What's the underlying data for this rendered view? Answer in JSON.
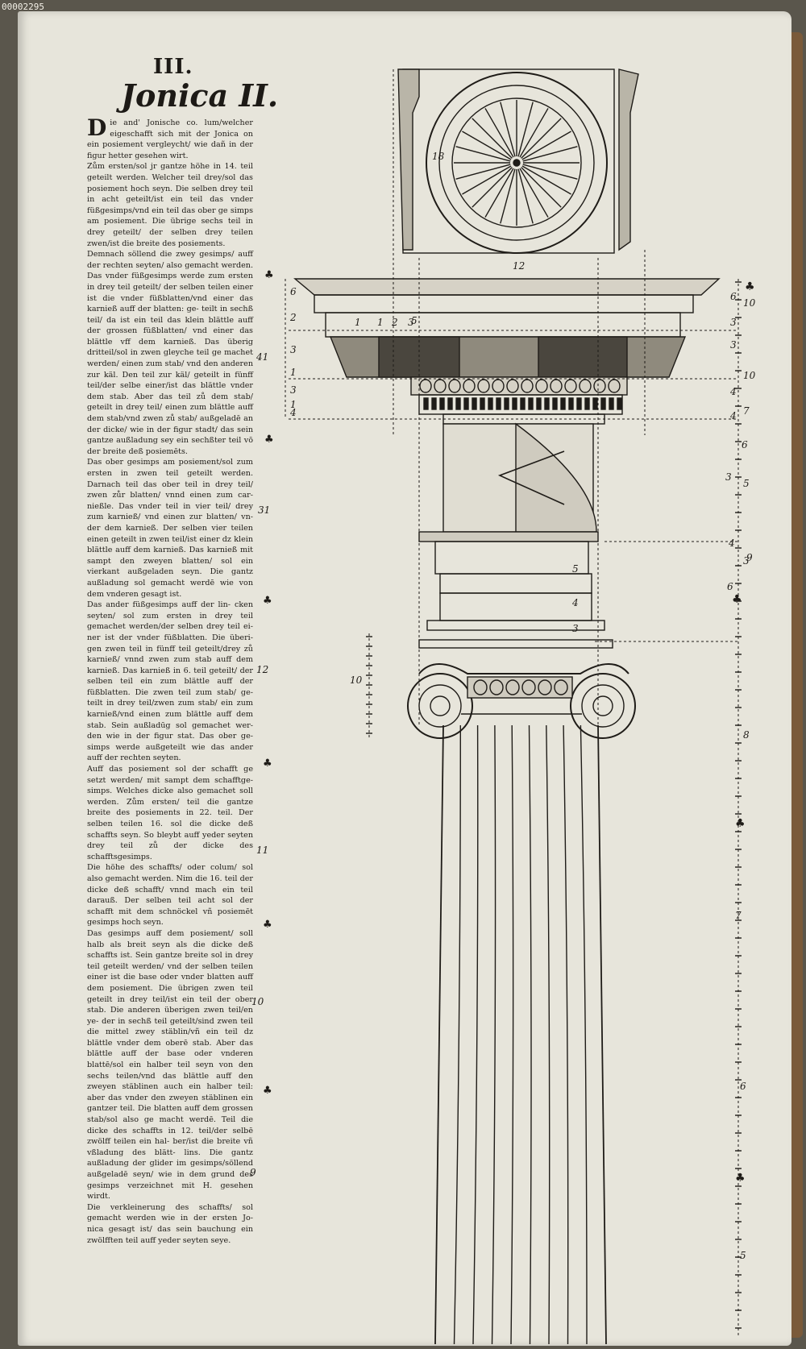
{
  "scan_ref": "00002295",
  "heading": "III.",
  "subheading": "Jonica II.",
  "initial_letter": "D",
  "paragraphs": [
    "ie and' Jonische co. lum/welcher eigeschafft sich mit der Jonica on ein posiement vergleycht/ wie dañ in der figur hetter gesehen wirt.",
    "Zům ersten/sol jr gantze höhe in 14. teil geteilt werden. Welcher teil drey/sol das posiement hoch seyn. Die selben drey teil in acht geteilt/ist ein teil das vnder füßgesimps/vnd ein teil das ober ge simps am posiement. Die übrige sechs teil in drey geteilt/ der selben drey teilen zwen/ist die breite des posiements.",
    "Demnach söllend die zwey gesimps/ auff der rechten seyten/ also gemacht werden. Das vnder füßgesimps werde zum ersten in drey teil geteilt/ der selben teilen einer ist die vnder füßblatten/vnd einer das karnieß auff der blatten: ge- teilt in sechß teil/ da ist ein teil das klein blättle auff der grossen füßblatten/ vnd einer das blättle vff dem karnieß. Das überig dritteil/sol in zwen gleyche teil ge machet werden/ einen zum stab/ vnd den anderen zur käl. Den teil zur käl/ geteilt in fünff teil/der selbe einer/ist das blättle vnder dem stab. Aber das teil zů dem stab/ geteilt in drey teil/ einen zum blättle auff dem stab/vnd zwen zů stab/ außgeladē an der dicke/ wie in der figur stadt/ das sein gantze außladung sey ein sechßter teil vō der breite deß posiemēts.",
    "Das ober gesimps am posiement/sol zum ersten in zwen teil geteilt werden. Darnach teil das ober teil in drey teil/ zwen zůr blatten/ vnnd einen zum car- nießle. Das vnder teil in vier teil/ drey zum karnieß/ vnd einen zur blatten/ vn- der dem karnieß. Der selben vier teilen einen geteilt in zwen teil/ist einer dz klein blättle auff dem karnieß. Das karnieß mit sampt den zweyen blatten/ sol ein vierkant außgeladen seyn. Die gantz außladung sol gemacht werdē wie von dem vnderen gesagt ist.",
    "Das ander füßgesimps auff der lin- cken seyten/ sol zum ersten in drey teil gemachet werden/der selben drey teil ei- ner ist der vnder füßblatten. Die überi- gen zwen teil in fünff teil geteilt/drey zů karnieß/ vnnd zwen zum stab auff dem karnieß. Das karnieß in 6. teil geteilt/ der selben teil ein zum blättle auff der füßblatten. Die zwen teil zum stab/ ge- teilt in drey teil/zwen zum stab/ ein zum karnieß/vnd einen zum blättle auff dem stab. Sein außladūg sol gemachet wer- den wie in der figur stat. Das ober ge- simps werde außgeteilt wie das ander auff der rechten seyten.",
    "Auff das posiement sol der schafft ge setzt werden/ mit sampt dem schafftge- simps. Welches dicke also gemachet soll werden. Zům ersten/ teil die gantze breite des posiements in 22. teil. Der selben teilen 16. sol die dicke deß schaffts seyn. So bleybt auff yeder seyten drey teil zů der dicke des schafftsgesimps.",
    "Die höhe des schaffts/ oder colum/ sol also gemacht werden. Nim die 16. teil der dicke deß schafft/ vnnd mach ein teil darauß. Der selben teil acht sol der schafft mit dem schnöckel vñ posiemēt gesimps hoch seyn.",
    "Das gesimps auff dem posiement/ soll halb als breit seyn als die dicke deß schaffts ist. Sein gantze breite sol in drey teil geteilt werden/ vnd der selben teilen einer ist die base oder vnder blatten auff dem posiement. Die übrigen zwen teil geteilt in drey teil/ist ein teil der ober stab. Die anderen überigen zwen teil/en ye- der in sechß teil geteilt/sind zwen teil die mittel zwey stäblin/vñ ein teil dz blättle vnder dem oberē stab. Aber das blättle auff der base oder vnderen blattē/sol ein halber teil seyn von den sechs teilen/vnd das blättle auff den zweyen stäblinen auch ein halber teil: aber das vnder den zweyen stäblinen ein gantzer teil. Die blatten auff dem grossen stab/sol also ge macht werdē. Teil die dicke des schaffts in 12. teil/der selbē zwölff teilen ein hal- ber/ist die breite vñ vßladung des blätt- lins. Die gantz außladung der glider im gesimps/söllend außgeladē seyn/ wie in dem grund des gesimps verzeichnet mit H. gesehen wirdt.",
    "Die verkleinerung des schaffts/ sol gemacht werden wie in der ersten Jo- nica gesagt ist/ das sein bauchung ein zwölfften teil auff yeder seyten seye."
  ],
  "margin_numbers_left": [
    "41",
    "31",
    "12",
    "11",
    "10",
    "9"
  ],
  "plate_numbers_left": [
    "6",
    "2",
    "3",
    "1",
    "3",
    "1",
    "4",
    "1",
    "1",
    "2",
    "3",
    "10",
    "18",
    "5",
    "4",
    "3",
    "5",
    "12"
  ],
  "plate_numbers_right": [
    "6",
    "10",
    "3",
    "3",
    "10",
    "4",
    "4",
    "7",
    "6",
    "3",
    "5",
    "4",
    "3",
    "6",
    "8",
    "7",
    "6",
    "5",
    "9"
  ],
  "colors": {
    "paper": "#e7e5db",
    "ink": "#1f1c18",
    "background": "#5a564c",
    "spine": "#7a5a3a"
  }
}
